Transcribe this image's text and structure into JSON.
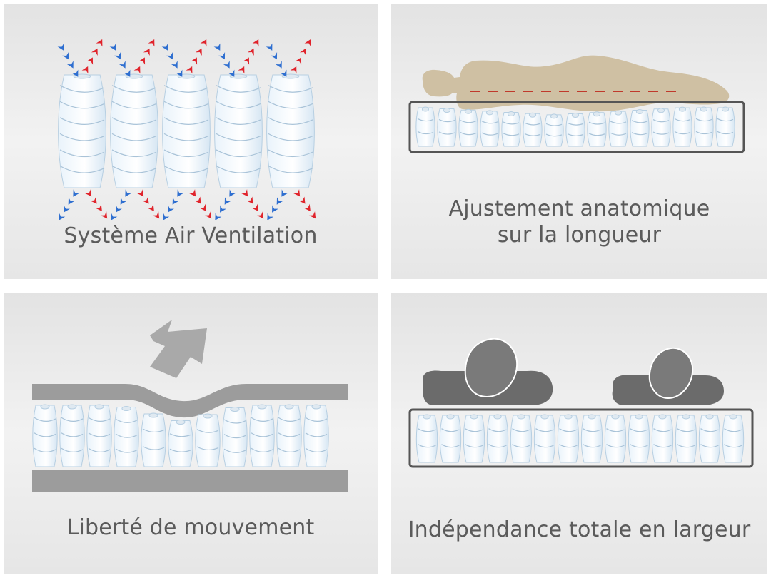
{
  "panels": {
    "air_ventilation": {
      "caption": "Système Air Ventilation",
      "icon": "spring-ventilation-icon"
    },
    "anatomical": {
      "caption_line1": "Ajustement anatomique",
      "caption_line2": "sur la longueur",
      "icon": "body-on-mattress-icon"
    },
    "freedom": {
      "caption": "Liberté de mouvement",
      "icon": "pressure-arrow-icon"
    },
    "independence": {
      "caption": "Indépendance totale en largeur",
      "icon": "two-sleepers-icon"
    }
  },
  "colors": {
    "panel_bg": "#ececec",
    "caption": "#5b5b5b",
    "arrow_blue": "#2f6fd0",
    "arrow_red": "#e0242c",
    "body": "#cfc0a3",
    "spine_line": "#c0392b",
    "dark_gray": "#6b6b6b",
    "mid_gray": "#999999",
    "frame": "#555555"
  }
}
